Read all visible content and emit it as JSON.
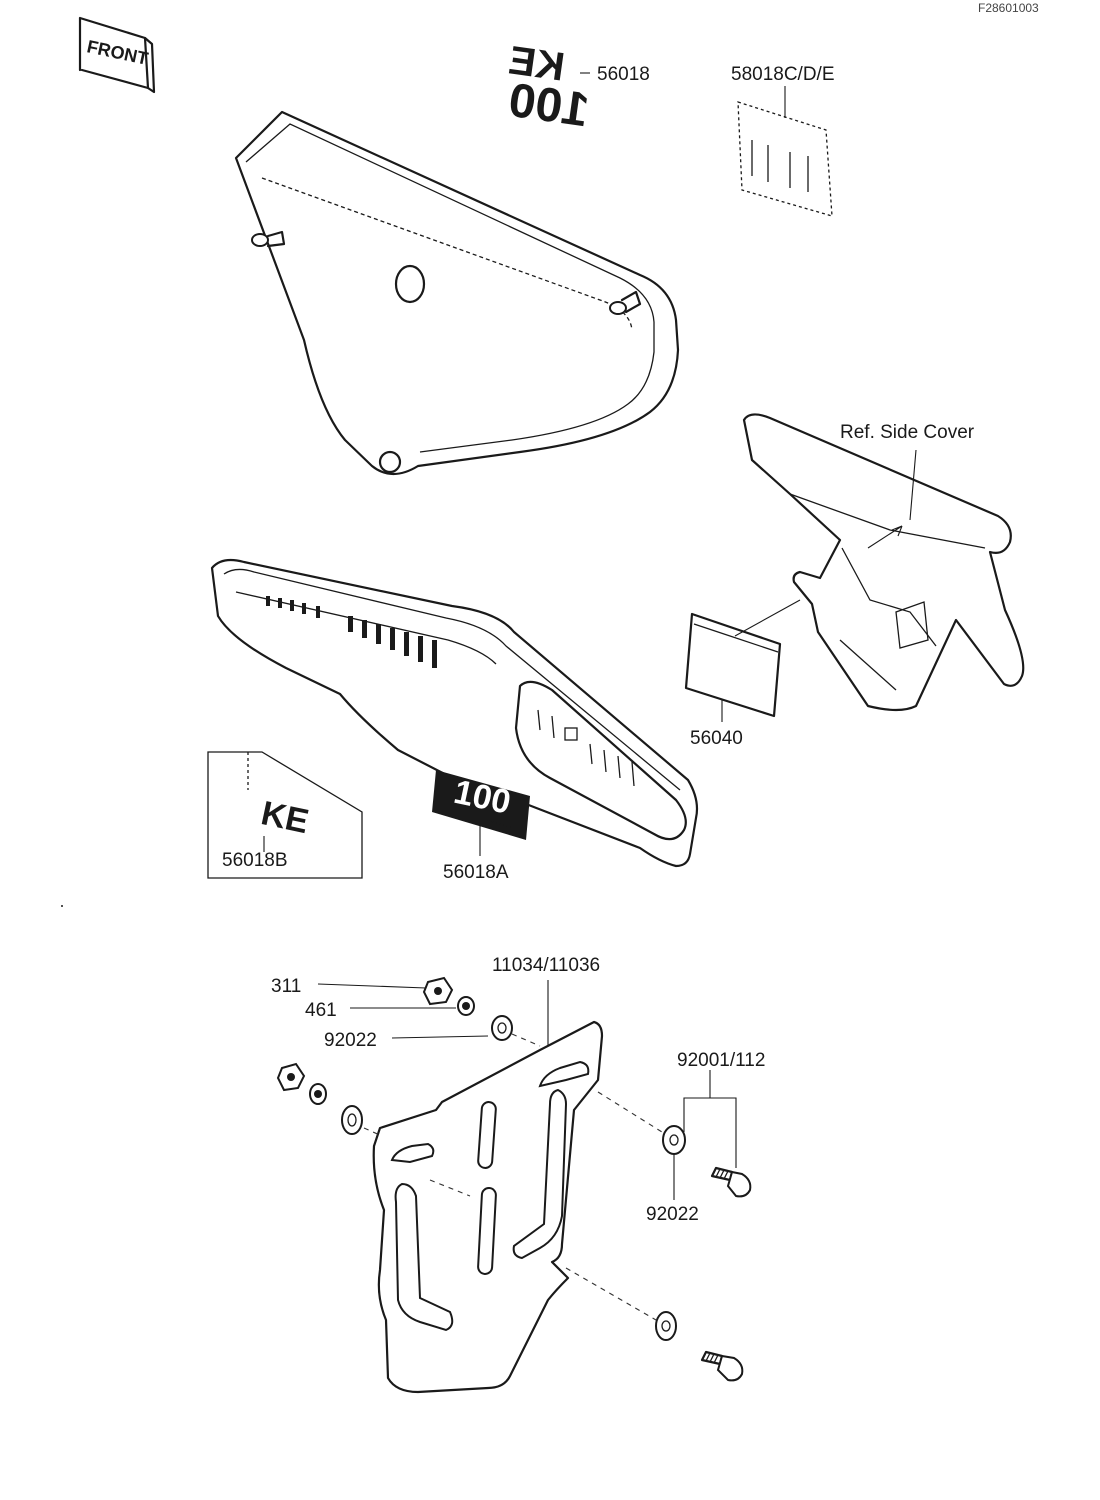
{
  "page_code": "F28601003",
  "front_marker": "FRONT",
  "emblem_ke": "KE",
  "emblem_100": "100",
  "callouts": {
    "emblem_top": "56018",
    "emblem_set": "58018C/D/E",
    "ref_side_cover": "Ref. Side Cover",
    "label_plate": "56040",
    "emblem_ke_sticker": "56018B",
    "emblem_100_sticker": "56018A",
    "plate": "11034/11036",
    "nut": "311",
    "lock_washer": "461",
    "washer_upper": "92022",
    "bolts": "92001/112",
    "washer_lower": "92022"
  },
  "colors": {
    "ink": "#1a1a1a",
    "paper": "#ffffff"
  }
}
